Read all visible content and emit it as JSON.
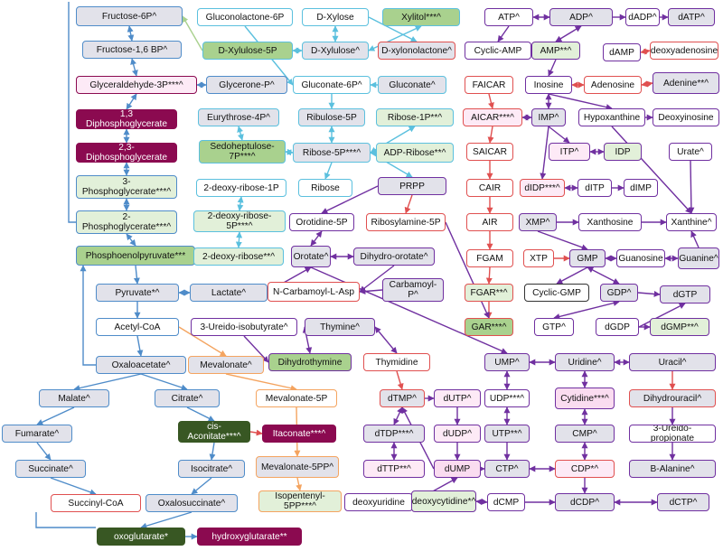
{
  "palette": {
    "gray": "#e2e2ea",
    "lightgreen": "#e2f0d9",
    "green": "#a9d18e",
    "darkgreen": "#385723",
    "maroon": "#8b0a50",
    "pink": "#fadcf0",
    "lightpink": "#fdeaf6",
    "blue": "#4f8cc9",
    "lightblue": "#5bc0de",
    "purple": "#7030a0",
    "red": "#e05050",
    "orange": "#f4a460"
  },
  "nodes": [
    {
      "id": "fructose6p",
      "label": "Fructose-6P^"
    },
    {
      "id": "fructose16bp",
      "label": "Fructose-1,6 BP^"
    },
    {
      "id": "g3p",
      "label": "Glyceraldehyde-3P***^"
    },
    {
      "id": "bpg13",
      "label": "1,3 Diphosphoglycerate"
    },
    {
      "id": "bpg23",
      "label": "2,3-Diphosphoglycerate"
    },
    {
      "id": "pg3",
      "label": "3-Phosphoglycerate***^"
    },
    {
      "id": "pg2",
      "label": "2-Phosphoglycerate***^"
    },
    {
      "id": "pep",
      "label": "Phosphoenolpyruvate***"
    },
    {
      "id": "pyruvate",
      "label": "Pyruvate*^"
    },
    {
      "id": "lactate",
      "label": "Lactate^"
    },
    {
      "id": "acetylcoa",
      "label": "Acetyl-CoA"
    },
    {
      "id": "oxaloacetate",
      "label": "Oxaloacetate^"
    },
    {
      "id": "malate",
      "label": "Malate^"
    },
    {
      "id": "citrate",
      "label": "Citrate^"
    },
    {
      "id": "fumarate",
      "label": "Fumarate^"
    },
    {
      "id": "cisaconitate",
      "label": "cis-Aconitate***^"
    },
    {
      "id": "itaconate",
      "label": "Itaconate***^"
    },
    {
      "id": "succinate",
      "label": "Succinate^"
    },
    {
      "id": "isocitrate",
      "label": "Isocitrate^"
    },
    {
      "id": "succinylcoa",
      "label": "Succinyl-CoA"
    },
    {
      "id": "oxalosuccinate",
      "label": "Oxalosuccinate^"
    },
    {
      "id": "oxoglutarate",
      "label": "oxoglutarate*"
    },
    {
      "id": "hydroxyglutarate",
      "label": "hydroxyglutarate**"
    },
    {
      "id": "mevalonate",
      "label": "Mevalonate^"
    },
    {
      "id": "mevalonate5p",
      "label": "Mevalonate-5P"
    },
    {
      "id": "mevalonate5pp",
      "label": "Mevalonate-5PP^"
    },
    {
      "id": "isopentenyl5pp",
      "label": "Isopentenyl-5PP***^"
    },
    {
      "id": "gluconolactone6p",
      "label": "Gluconolactone-6P"
    },
    {
      "id": "dxylose",
      "label": "D-Xylose"
    },
    {
      "id": "xylitol",
      "label": "Xylitol***^"
    },
    {
      "id": "dxylulose5p",
      "label": "D-Xylulose-5P"
    },
    {
      "id": "dxylulose",
      "label": "D-Xylulose^"
    },
    {
      "id": "dxylonolactone",
      "label": "D-xylonolactone^"
    },
    {
      "id": "glyceronep",
      "label": "Glycerone-P^"
    },
    {
      "id": "gluconate6p",
      "label": "Gluconate-6P^"
    },
    {
      "id": "gluconate",
      "label": "Gluconate^"
    },
    {
      "id": "erythrose4p",
      "label": "Eurythrose-4P^"
    },
    {
      "id": "ribulose5p",
      "label": "Ribulose-5P"
    },
    {
      "id": "ribose1p",
      "label": "Ribose-1P**^"
    },
    {
      "id": "sedoheptulose7p",
      "label": "Sedoheptulose-7P***^"
    },
    {
      "id": "ribose5p",
      "label": "Ribose-5P***^"
    },
    {
      "id": "adpribose",
      "label": "ADP-Ribose**^"
    },
    {
      "id": "deoxyribose1p",
      "label": "2-deoxy-ribose-1P"
    },
    {
      "id": "ribose",
      "label": "Ribose"
    },
    {
      "id": "deoxyribose5p",
      "label": "2-deoxy-ribose-5P***^"
    },
    {
      "id": "prpp",
      "label": "PRPP"
    },
    {
      "id": "deoxyribose",
      "label": "2-deoxy-ribose**^"
    },
    {
      "id": "orotidine5p",
      "label": "Orotidine-5P"
    },
    {
      "id": "ribosylamine5p",
      "label": "Ribosylamine-5P"
    },
    {
      "id": "orotate",
      "label": "Orotate^"
    },
    {
      "id": "dihydroorotate",
      "label": "Dihydro-orotate^"
    },
    {
      "id": "ncarbamoyl",
      "label": "N-Carbamoyl-L-Asp"
    },
    {
      "id": "carbamoylp",
      "label": "Carbamoyl-P^"
    },
    {
      "id": "thymine",
      "label": "Thymine^"
    },
    {
      "id": "ureidoisobutyrate",
      "label": "3-Ureido-isobutyrate^"
    },
    {
      "id": "dihydrothymine",
      "label": "Dihydrothymine"
    },
    {
      "id": "thymidine",
      "label": "Thymidine"
    },
    {
      "id": "atp",
      "label": "ATP^"
    },
    {
      "id": "adp",
      "label": "ADP^"
    },
    {
      "id": "dadp",
      "label": "dADP^"
    },
    {
      "id": "datp",
      "label": "dATP^"
    },
    {
      "id": "cyclicamp",
      "label": "Cyclic-AMP"
    },
    {
      "id": "amp",
      "label": "AMP**^"
    },
    {
      "id": "damp",
      "label": "dAMP"
    },
    {
      "id": "deoxyadenosine",
      "label": "deoxyadenosine"
    },
    {
      "id": "faicar",
      "label": "FAICAR"
    },
    {
      "id": "inosine",
      "label": "Inosine"
    },
    {
      "id": "adenosine",
      "label": "Adenosine"
    },
    {
      "id": "adenine",
      "label": "Adenine**^"
    },
    {
      "id": "aicar",
      "label": "AICAR***^"
    },
    {
      "id": "imp",
      "label": "IMP^"
    },
    {
      "id": "hypoxanthine",
      "label": "Hypoxanthine"
    },
    {
      "id": "deoxyinosine",
      "label": "Deoxyinosine"
    },
    {
      "id": "saicar",
      "label": "SAICAR"
    },
    {
      "id": "itp",
      "label": "ITP^"
    },
    {
      "id": "idp",
      "label": "IDP"
    },
    {
      "id": "urate",
      "label": "Urate^"
    },
    {
      "id": "cair",
      "label": "CAIR"
    },
    {
      "id": "didp",
      "label": "dIDP***^"
    },
    {
      "id": "ditp",
      "label": "dITP"
    },
    {
      "id": "dimp",
      "label": "dIMP"
    },
    {
      "id": "air",
      "label": "AIR"
    },
    {
      "id": "xmp",
      "label": "XMP^"
    },
    {
      "id": "xanthosine",
      "label": "Xanthosine"
    },
    {
      "id": "xanthine",
      "label": "Xanthine^"
    },
    {
      "id": "fgam",
      "label": "FGAM"
    },
    {
      "id": "xtp",
      "label": "XTP"
    },
    {
      "id": "gmp",
      "label": "GMP"
    },
    {
      "id": "guanosine",
      "label": "Guanosine"
    },
    {
      "id": "guanine",
      "label": "Guanine^"
    },
    {
      "id": "fgar",
      "label": "FGAR**^"
    },
    {
      "id": "cyclicgmp",
      "label": "Cyclic-GMP"
    },
    {
      "id": "gdp",
      "label": "GDP^"
    },
    {
      "id": "dgtp",
      "label": "dGTP"
    },
    {
      "id": "gar",
      "label": "GAR***^"
    },
    {
      "id": "gtp",
      "label": "GTP^"
    },
    {
      "id": "dgdp",
      "label": "dGDP"
    },
    {
      "id": "dgmp",
      "label": "dGMP**^"
    },
    {
      "id": "ump",
      "label": "UMP^"
    },
    {
      "id": "uridine",
      "label": "Uridine^"
    },
    {
      "id": "uracil",
      "label": "Uracil^"
    },
    {
      "id": "dtmp",
      "label": "dTMP^"
    },
    {
      "id": "dutp",
      "label": "dUTP^"
    },
    {
      "id": "udp",
      "label": "UDP***^"
    },
    {
      "id": "cytidine",
      "label": "Cytidine***^"
    },
    {
      "id": "dihydrouracil",
      "label": "Dihydrouracil^"
    },
    {
      "id": "dtdp",
      "label": "dTDP***^"
    },
    {
      "id": "dudp",
      "label": "dUDP^"
    },
    {
      "id": "utp",
      "label": "UTP**^"
    },
    {
      "id": "cmp",
      "label": "CMP^"
    },
    {
      "id": "ureidopropionate",
      "label": "3-Ureido-propionate"
    },
    {
      "id": "dttp",
      "label": "dTTP**^"
    },
    {
      "id": "dump",
      "label": "dUMP"
    },
    {
      "id": "ctp",
      "label": "CTP^"
    },
    {
      "id": "cdp",
      "label": "CDP*^"
    },
    {
      "id": "balanine",
      "label": "B-Alanine^"
    },
    {
      "id": "deoxyuridine",
      "label": "deoxyuridine"
    },
    {
      "id": "deoxycytidine",
      "label": "deoxycytidine*^"
    },
    {
      "id": "dcmp",
      "label": "dCMP"
    },
    {
      "id": "dcdp",
      "label": "dCDP^"
    },
    {
      "id": "dctp",
      "label": "dCTP^"
    }
  ]
}
